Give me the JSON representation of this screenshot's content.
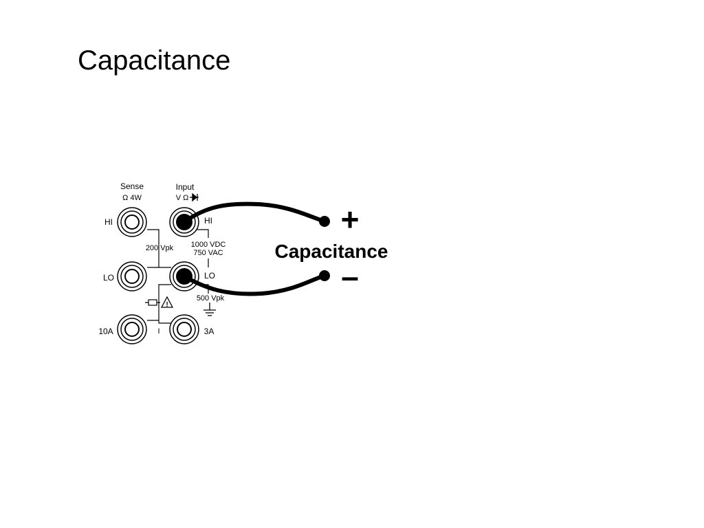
{
  "slide": {
    "title": "Capacitance"
  },
  "panel": {
    "sense_label": "Sense",
    "sense_sub": "Ω 4W",
    "input_label": "Input",
    "input_sub": "V Ω",
    "hi_left": "HI",
    "hi_right": "HI",
    "lo_left": "LO",
    "lo_right": "LO",
    "rating_200": "200 Vpk",
    "rating_1000": "1000 VDC",
    "rating_750": "750 VAC",
    "rating_500": "500 Vpk",
    "current_10a": "10A",
    "current_3a": "3A",
    "current_i": "I"
  },
  "connection": {
    "label": "Capacitance",
    "plus": "+",
    "minus": "–"
  }
}
